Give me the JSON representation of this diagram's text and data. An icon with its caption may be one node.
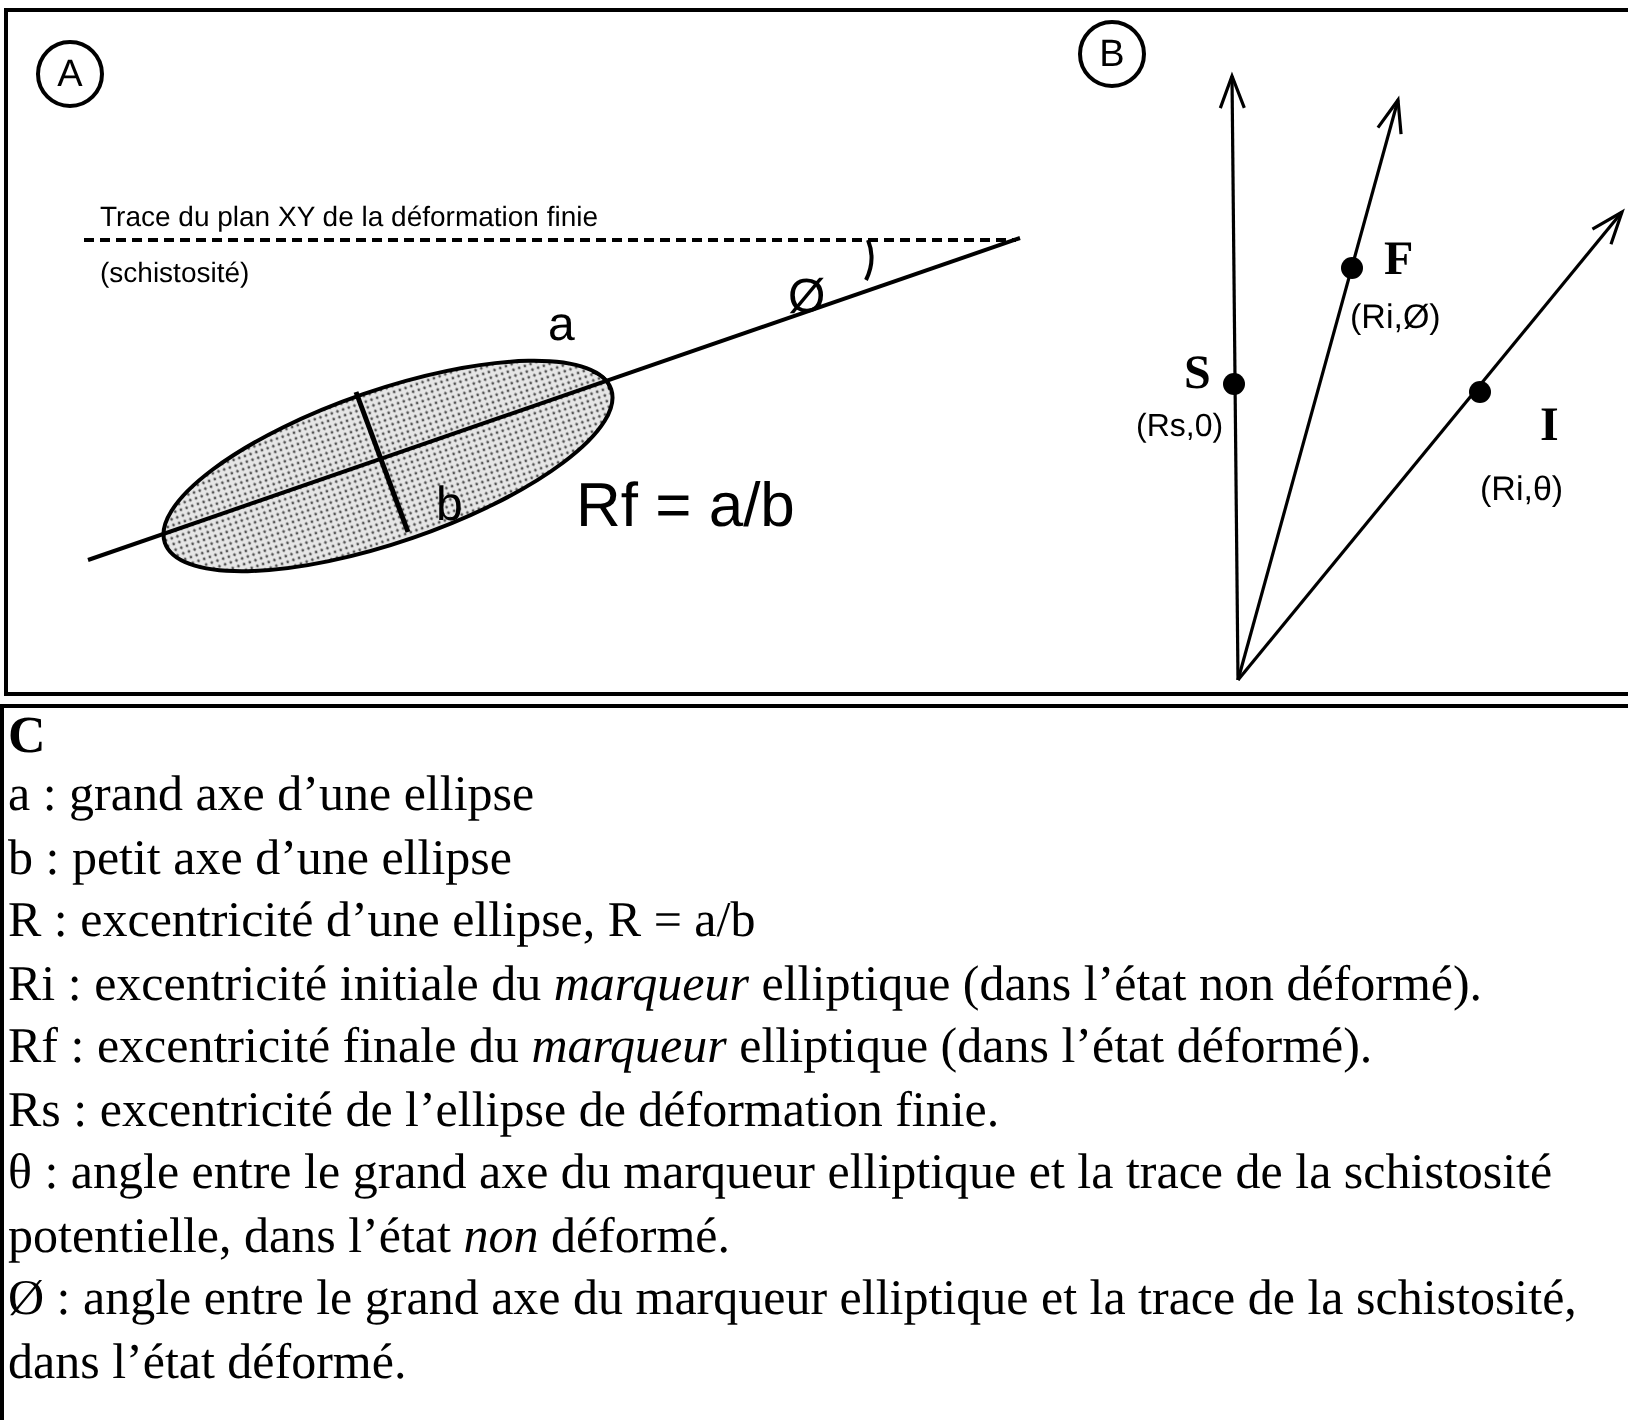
{
  "diagram": {
    "nodes": [
      {
        "text": [],
        "shape": "box"
      },
      {
        "text": [
          "A"
        ],
        "in": 0
      },
      {
        "text": [
          "B"
        ],
        "in": 0
      },
      {
        "text": [
          "C",
          "a : grand axe d’une ellipse",
          "b : petit axe d’une ellipse",
          "R : excentricité d’une ellipse, R = a/b",
          "Ri : excentricité initiale du *marqueur* elliptique (dans l’état non déformé).",
          "Rf : excentricité finale du *marqueur* elliptique (dans l’état déformé).",
          "Rs : excentricité de l’ellipse de déformation finie.",
          "θ : angle entre le grand axe du marqueur elliptique et la trace de la schistosité potentielle, dans l’état *non* déformé.",
          "Ø : angle entre le grand axe du marqueur elliptique et la trace de la schistosité, dans l’état déformé."
        ]
      }
    ],
    "labels": [
      "Trace du plan XY de la déformation finie",
      "(schistosité)",
      "Ø",
      "a",
      "b",
      "Rf = a/b",
      "F",
      "(Ri,Ø)",
      "S",
      "(Rs,0)",
      "I",
      "(Ri,θ)"
    ]
  }
}
